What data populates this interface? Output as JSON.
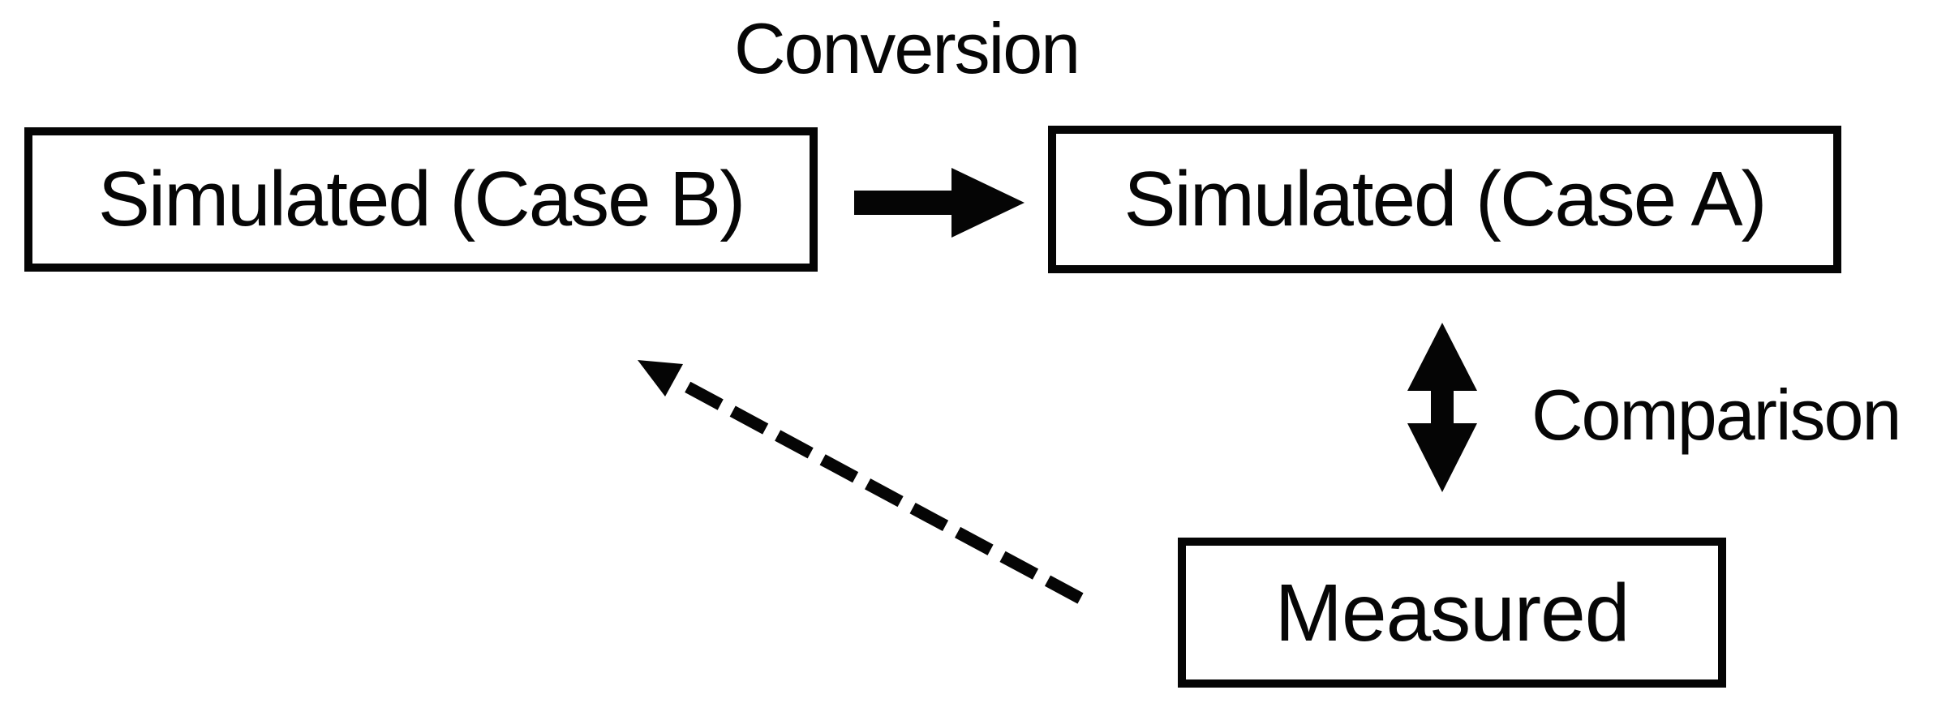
{
  "diagram": {
    "background": "#ffffff",
    "ink": "#050505",
    "labels": {
      "conversion": "Conversion",
      "comparison": "Comparison"
    },
    "nodes": {
      "simulated_case_b": "Simulated (Case B)",
      "simulated_case_a": "Simulated (Case A)",
      "measured": "Measured"
    },
    "arrows": [
      {
        "name": "conversion-arrow",
        "style": "solid",
        "from": "simulated_case_b",
        "to": "simulated_case_a"
      },
      {
        "name": "comparison-double-arrow",
        "style": "solid-double-headed",
        "from": "simulated_case_a",
        "to": "measured"
      },
      {
        "name": "feedback-dashed-arrow",
        "style": "dashed",
        "from": "measured",
        "to": "simulated_case_b"
      }
    ]
  }
}
